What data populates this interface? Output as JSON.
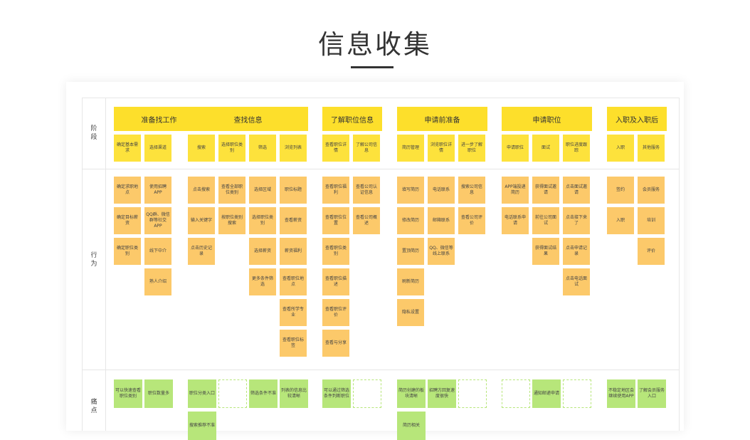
{
  "title": "信息收集",
  "rows": {
    "stage": "阶段",
    "action": "行为",
    "pain": "痛点"
  },
  "stages": [
    {
      "name": "准备找工作",
      "subs": [
        "确定基本需求",
        "选择渠道"
      ],
      "actions": [
        [
          "确定求职地点",
          "确定目标薪资",
          "确定职位类别"
        ],
        [
          "使用招聘APP",
          "QQ群、微信群等社交APP",
          "线下中介",
          "熟人介绍"
        ]
      ],
      "pains": [
        [
          "可以快速查看职位类别"
        ],
        [
          "职位数量多"
        ]
      ]
    },
    {
      "name": "查找信息",
      "subs": [
        "搜索",
        "选择职位类别",
        "筛选",
        "浏览列表"
      ],
      "actions": [
        [
          "点击搜索",
          "输入关键字",
          "点击历史记录"
        ],
        [
          "查看全部职位类别",
          "按职位类别搜索"
        ],
        [
          "选择区域",
          "选择职位类别",
          "选择薪资",
          "更多条件筛选"
        ],
        [
          "职位标题",
          "查看薪资",
          "薪资福利",
          "查看职位地点",
          "查看所学专业",
          "查看职位标签"
        ]
      ],
      "pains": [
        [
          "职位分类入口",
          "搜索推荐不准"
        ],
        [
          "__empty__"
        ],
        [
          "筛选条件不准"
        ],
        [
          "列表的信息比较清晰"
        ]
      ]
    },
    {
      "name": "了解职位信息",
      "subs": [
        "查看职位详情",
        "了解公司信息"
      ],
      "actions": [
        [
          "查看职位福利",
          "查看职位位置",
          "查看职位类别",
          "查看职位描述",
          "查看职位评价",
          "查看与分享"
        ],
        [
          "查看公司认证信息",
          "查看公司概述"
        ]
      ],
      "pains": [
        [
          "可以通过筛选条件判断职位"
        ],
        [
          "__empty__"
        ]
      ]
    },
    {
      "name": "申请前准备",
      "subs": [
        "简历管理",
        "浏览职位详情",
        "进一步了解职位"
      ],
      "actions": [
        [
          "填写简历",
          "修改简历",
          "置顶简历",
          "刷新简历",
          "隐私设置"
        ],
        [
          "电话联系",
          "邮箱联系",
          "QQ、微信等线上联系"
        ],
        [
          "搜索公司信息",
          "查看公司评价"
        ]
      ],
      "pains": [
        [
          "简历创建的板块清晰",
          "简历相关"
        ],
        [
          "招聘方回复速度很快"
        ],
        [
          "__empty__"
        ]
      ]
    },
    {
      "name": "申请职位",
      "subs": [
        "申请职位",
        "面试",
        "职位进度跟踪"
      ],
      "actions": [
        [
          "APP端投递简历",
          "电话联系申请"
        ],
        [
          "获得面试邀请",
          "前往公司面试",
          "获得面试结果"
        ],
        [
          "点击面试邀请",
          "点击接下来了",
          "点击申请记录",
          "点击电话面试"
        ]
      ],
      "pains": [
        [
          "__empty__"
        ],
        [
          "通知邮递申请"
        ],
        [
          "__empty__"
        ]
      ]
    },
    {
      "name": "入职及入职后",
      "subs": [
        "入职",
        "其他服务"
      ],
      "actions": [
        [
          "签约",
          "入职"
        ],
        [
          "会员服务",
          "培训",
          "评价"
        ]
      ],
      "pains": [
        [
          "不稳定地区会继续使用APP"
        ],
        [
          "了解会员服务入口"
        ]
      ]
    }
  ]
}
